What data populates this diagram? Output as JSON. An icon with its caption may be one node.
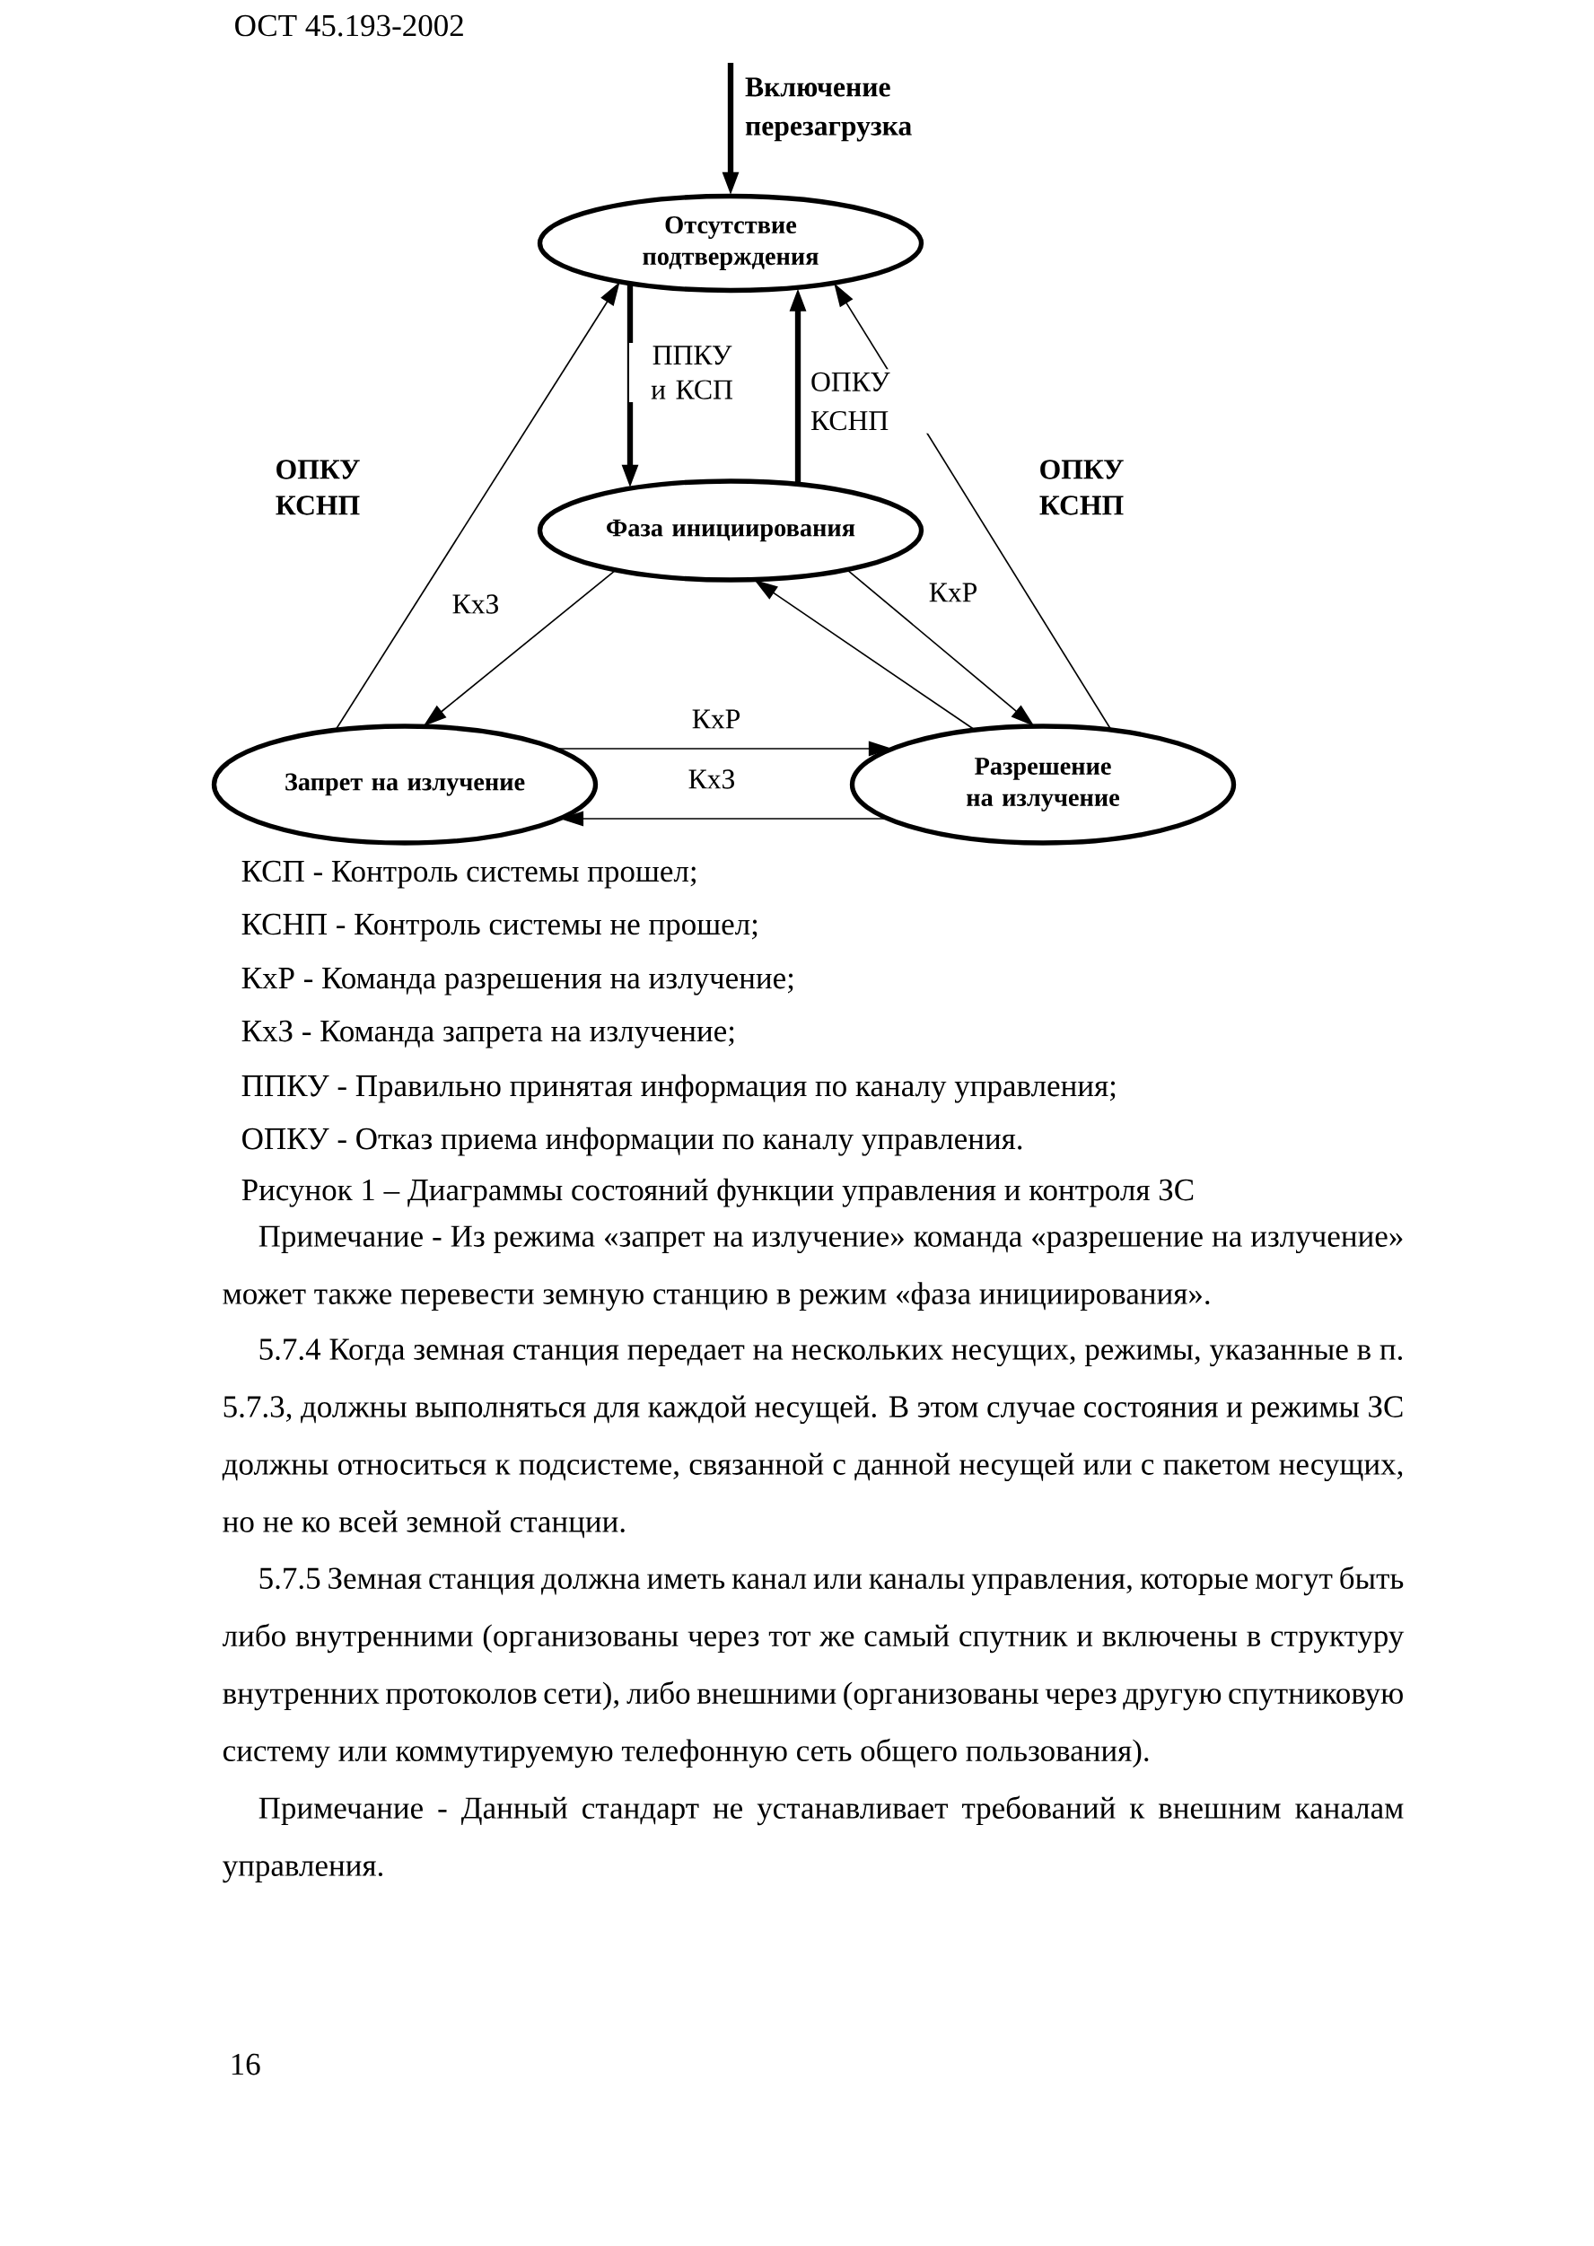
{
  "diagram": {
    "caption": "Рисунок 1 – Диаграммы состояний функции управления и контроля ЗС",
    "nodes": [
      {
        "text": [
          "Отсутствие подтверждения"
        ]
      },
      {
        "text": [
          "Фаза инициирования"
        ]
      },
      {
        "text": [
          "Запрет на излучение"
        ]
      },
      {
        "text": [
          "Разрешение на излучение"
        ]
      }
    ],
    "edges": [
      {
        "from": null,
        "to": 0,
        "arrow": "to",
        "label": "Включение перезагрузка",
        "style": "thick"
      },
      {
        "from": 0,
        "to": 1,
        "arrow": "to",
        "label": "ППКУ и КСП",
        "style": "thick"
      },
      {
        "from": 1,
        "to": 0,
        "arrow": "to",
        "label": "ОПКУ КСНП",
        "style": "thick"
      },
      {
        "from": 2,
        "to": 0,
        "arrow": "to",
        "label": "ОПКУ КСНП"
      },
      {
        "from": 3,
        "to": 0,
        "arrow": "to",
        "label": "ОПКУ КСНП"
      },
      {
        "from": 1,
        "to": 2,
        "arrow": "to",
        "label": "КхЗ"
      },
      {
        "from": 3,
        "to": 1,
        "arrow": "to"
      },
      {
        "from": 1,
        "to": 3,
        "arrow": "to",
        "label": "КхР"
      },
      {
        "from": 2,
        "to": 3,
        "arrow": "to",
        "label": "КхР"
      },
      {
        "from": 3,
        "to": 2,
        "arrow": "to",
        "label": "КхЗ"
      }
    ],
    "labels": [
      "ОСТ 45.193-2002",
      "КСП - Контроль системы прошел;",
      "КСНП - Контроль системы не прошел;",
      "КхР - Команда разрешения на излучение;",
      "КхЗ - Команда запрета на излучение;",
      "ППКУ - Правильно принятая информация по каналу управления;",
      "ОПКУ - Отказ приема информации по каналу управления.",
      "Примечание - Из режима «запрет на излучение» команда «разрешение на излучение» может также перевести земную станцию в режим «фаза инициирования».",
      "5.7.4 Когда земная станция передает на нескольких несущих, режимы, указанные в п. 5.7.3, должны выполняться для каждой несущей. В этом случае состояния и режимы ЗС должны относиться к подсистеме, связанной с данной несущей или с пакетом несущих, но не ко всей земной станции.",
      "5.7.5 Земная станция должна иметь канал или каналы управления, которые могут быть либо внутренними (организованы через тот же самый спутник и включены в структуру внутренних протоколов сети), либо внешними (организованы через другую спутниковую систему или коммутируемую телефонную сеть общего пользования).",
      "Примечание - Данный стандарт не устанавливает требований к внешним каналам управления.",
      "16"
    ]
  }
}
